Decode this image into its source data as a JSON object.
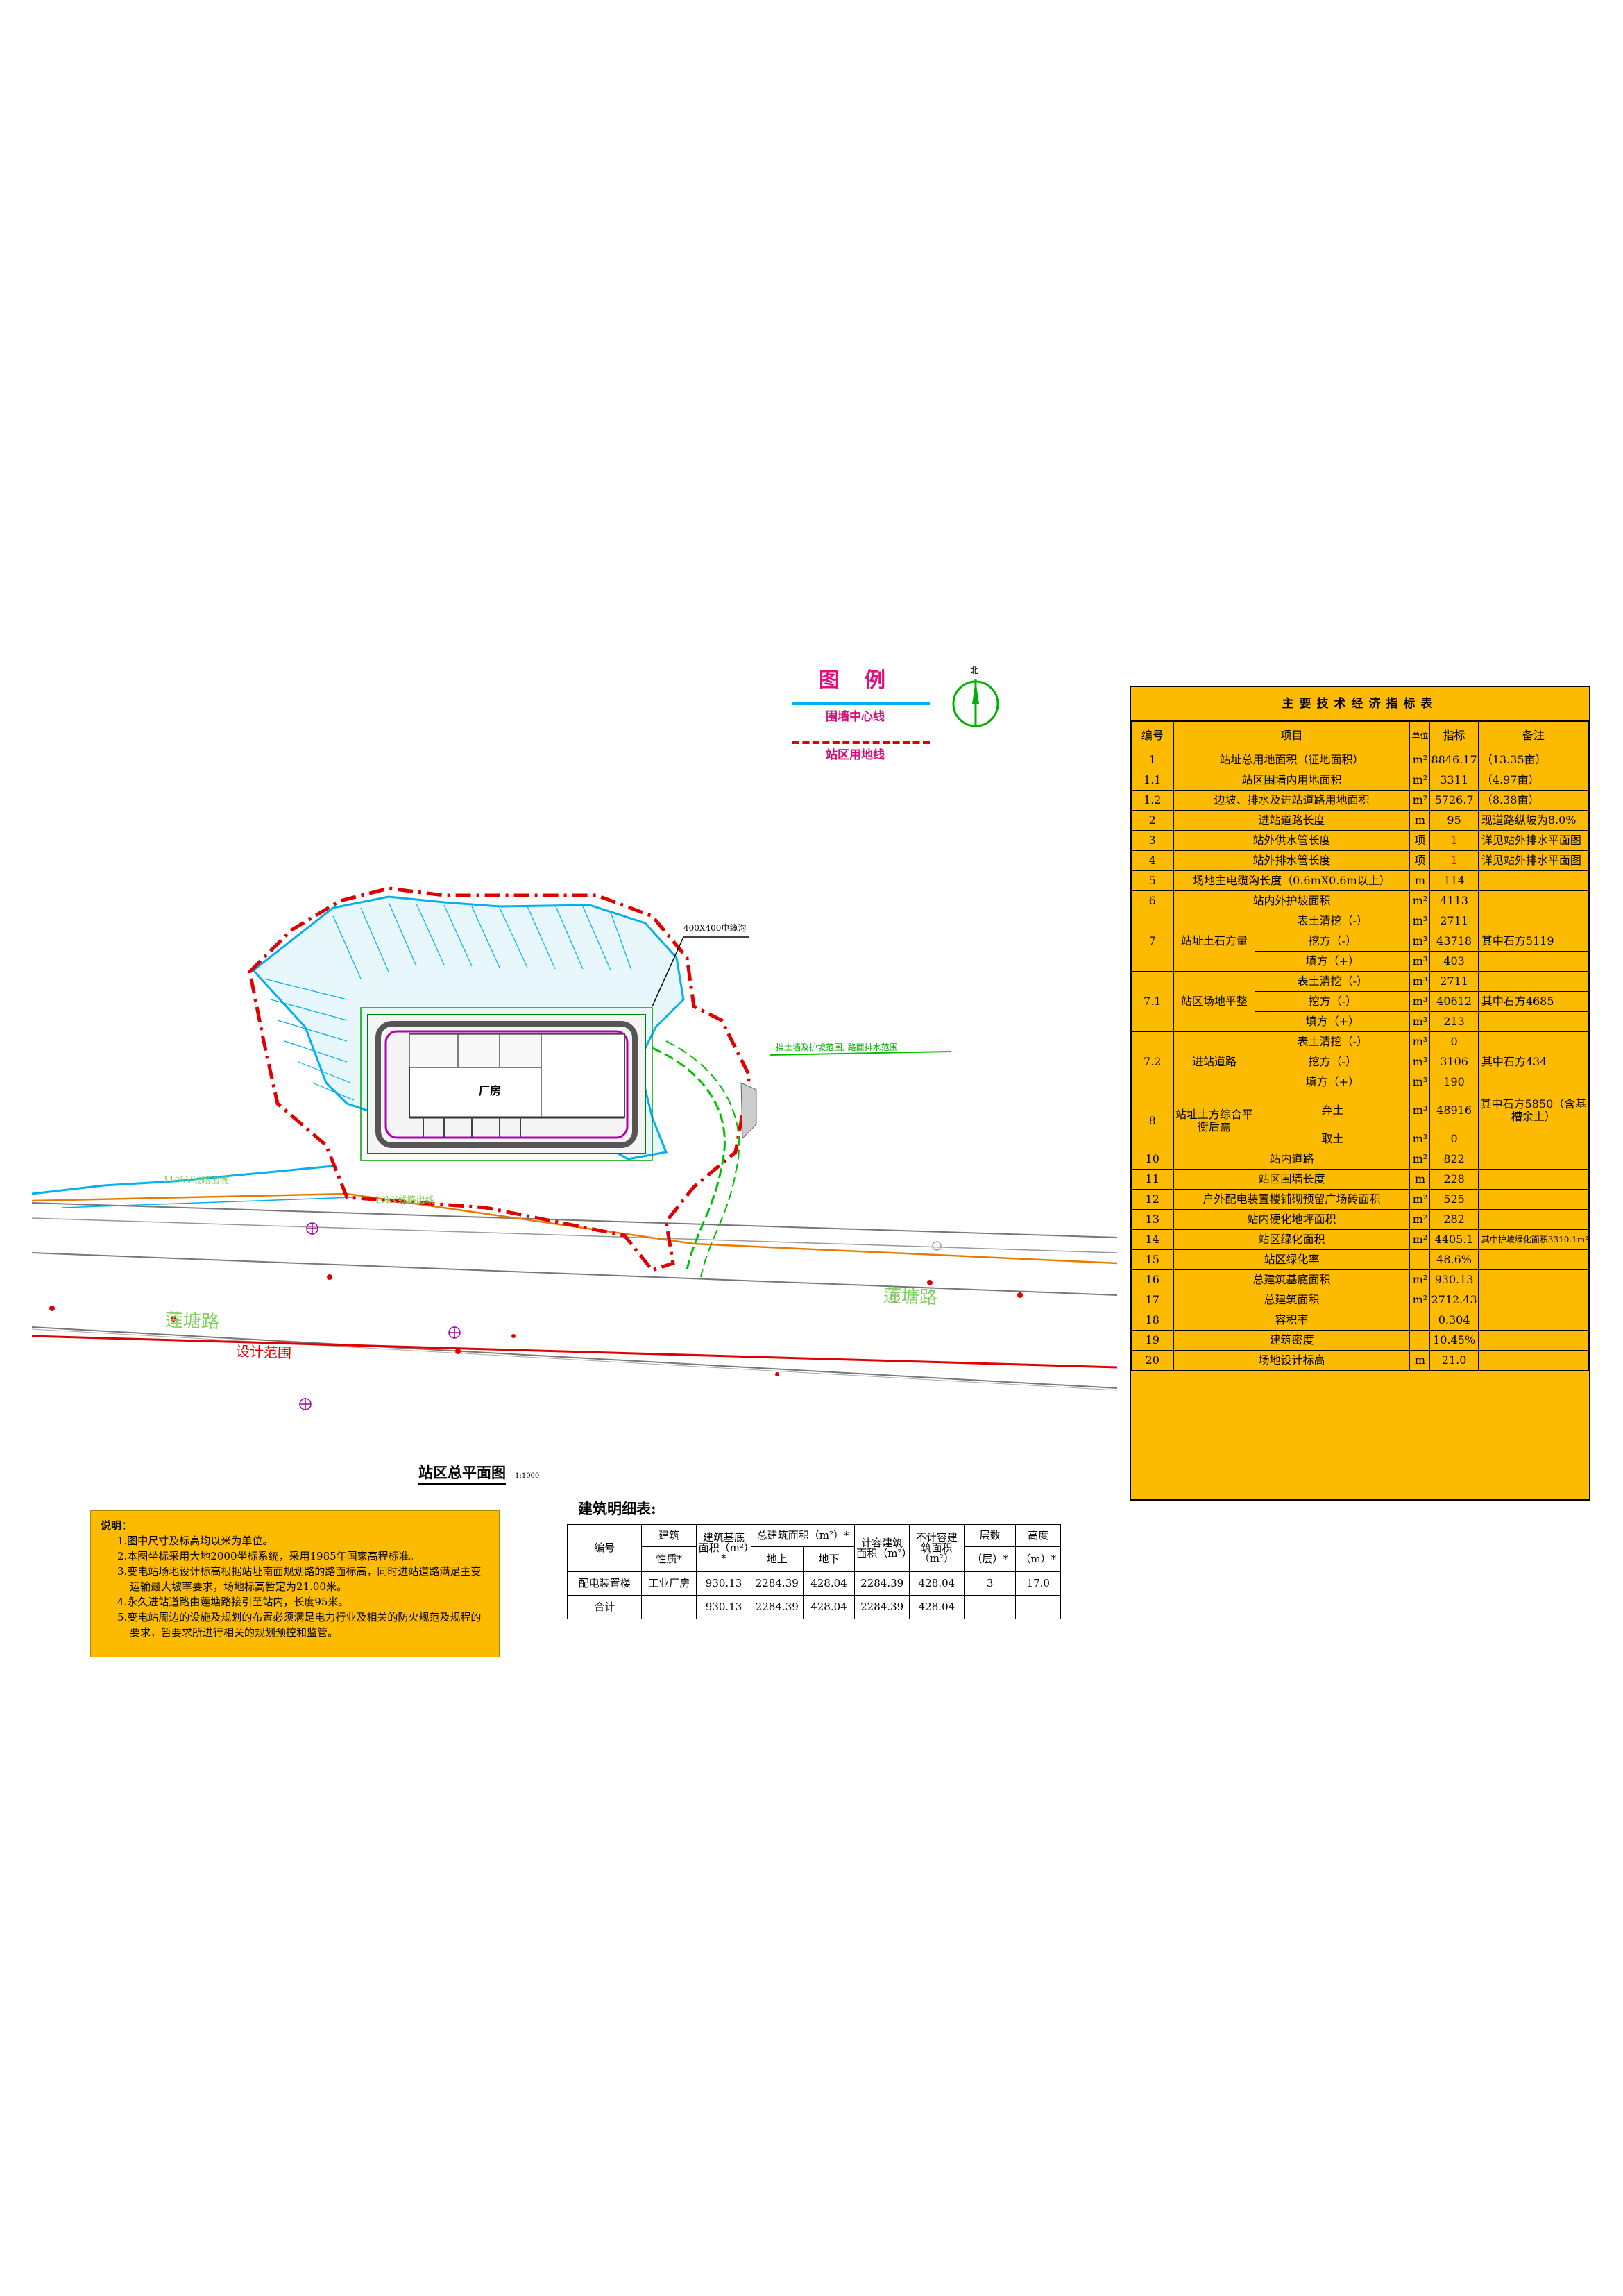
{
  "legend": {
    "title": "图例",
    "wall_center_line": "围墙中心线",
    "site_boundary_line": "站区用地线"
  },
  "site_plan": {
    "road_label_1": "莲塘路",
    "road_label_2": "莲塘路",
    "design_range": "设计范围",
    "cable_trench_label": "400X400电缆沟",
    "hv_line_label_1": "110kV线路出线",
    "hv_line_label_2": "10kV线路出线",
    "retaining_label": "挡土墙及护坡范围, 路面排水范围",
    "building_label": "厂房"
  },
  "indicator_table": {
    "title": "主要技术经济指标表",
    "headers": {
      "no": "编号",
      "item": "项目",
      "unit": "单位",
      "value": "指标",
      "remark": "备注"
    },
    "rows": [
      {
        "no": "1",
        "item": "站址总用地面积（征地面积）",
        "unit": "m²",
        "value": "8846.17",
        "remark": "（13.35亩）"
      },
      {
        "no": "1.1",
        "item": "站区围墙内用地面积",
        "unit": "m²",
        "value": "3311",
        "remark": "（4.97亩）"
      },
      {
        "no": "1.2",
        "item": "边坡、排水及进站道路用地面积",
        "unit": "m²",
        "value": "5726.7",
        "remark": "（8.38亩）"
      },
      {
        "no": "2",
        "item": "进站道路长度",
        "unit": "m",
        "value": "95",
        "remark": "现道路纵坡为8.0%"
      },
      {
        "no": "3",
        "item": "站外供水管长度",
        "unit": "项",
        "value": "1",
        "remark": "详见站外排水平面图"
      },
      {
        "no": "4",
        "item": "站外排水管长度",
        "unit": "项",
        "value": "1",
        "remark": "详见站外排水平面图"
      },
      {
        "no": "5",
        "item": "场地主电缆沟长度（0.6mX0.6m以上）",
        "unit": "m",
        "value": "114",
        "remark": ""
      },
      {
        "no": "6",
        "item": "站内外护坡面积",
        "unit": "m²",
        "value": "4113",
        "remark": ""
      }
    ],
    "earthwork": {
      "g7": {
        "no": "7",
        "item": "站址土石方量",
        "rows": [
          {
            "sub": "表土清挖（-）",
            "unit": "m³",
            "value": "2711",
            "remark": ""
          },
          {
            "sub": "挖方（-）",
            "unit": "m³",
            "value": "43718",
            "remark": "其中石方5119"
          },
          {
            "sub": "填方（+）",
            "unit": "m³",
            "value": "403",
            "remark": ""
          }
        ]
      },
      "g71": {
        "no": "7.1",
        "item": "站区场地平整",
        "rows": [
          {
            "sub": "表土清挖（-）",
            "unit": "m³",
            "value": "2711",
            "remark": ""
          },
          {
            "sub": "挖方（-）",
            "unit": "m³",
            "value": "40612",
            "remark": "其中石方4685"
          },
          {
            "sub": "填方（+）",
            "unit": "m³",
            "value": "213",
            "remark": ""
          }
        ]
      },
      "g72": {
        "no": "7.2",
        "item": "进站道路",
        "rows": [
          {
            "sub": "表土清挖（-）",
            "unit": "m³",
            "value": "0",
            "remark": ""
          },
          {
            "sub": "挖方（-）",
            "unit": "m³",
            "value": "3106",
            "remark": "其中石方434"
          },
          {
            "sub": "填方（+）",
            "unit": "m³",
            "value": "190",
            "remark": ""
          }
        ]
      },
      "g8": {
        "no": "8",
        "item": "站址土方综合平衡后需",
        "rows": [
          {
            "sub": "弃土",
            "unit": "m³",
            "value": "48916",
            "remark": "其中石方5850（含基槽余土）"
          },
          {
            "sub": "取土",
            "unit": "m³",
            "value": "0",
            "remark": ""
          }
        ]
      }
    },
    "rows_after": [
      {
        "no": "10",
        "item": "站内道路",
        "unit": "m²",
        "value": "822",
        "remark": ""
      },
      {
        "no": "11",
        "item": "站区围墙长度",
        "unit": "m",
        "value": "228",
        "remark": ""
      },
      {
        "no": "12",
        "item": "户外配电装置楼铺砌预留广场砖面积",
        "unit": "m²",
        "value": "525",
        "remark": ""
      },
      {
        "no": "13",
        "item": "站内硬化地坪面积",
        "unit": "m²",
        "value": "282",
        "remark": ""
      },
      {
        "no": "14",
        "item": "站区绿化面积",
        "unit": "m²",
        "value": "4405.1",
        "remark": "其中护坡绿化面积3310.1m²"
      },
      {
        "no": "15",
        "item": "站区绿化率",
        "unit": "",
        "value": "48.6%",
        "remark": ""
      },
      {
        "no": "16",
        "item": "总建筑基底面积",
        "unit": "m²",
        "value": "930.13",
        "remark": ""
      },
      {
        "no": "17",
        "item": "总建筑面积",
        "unit": "m²",
        "value": "2712.43",
        "remark": ""
      },
      {
        "no": "18",
        "item": "容积率",
        "unit": "",
        "value": "0.304",
        "remark": ""
      },
      {
        "no": "19",
        "item": "建筑密度",
        "unit": "",
        "value": "10.45%",
        "remark": ""
      },
      {
        "no": "20",
        "item": "场地设计标高",
        "unit": "m",
        "value": "21.0",
        "remark": ""
      }
    ]
  },
  "plan_caption": {
    "title": "站区总平面图",
    "scale": "1:1000"
  },
  "notes": {
    "heading": "说明：",
    "lines": [
      "1.图中尺寸及标高均以米为单位。",
      "2.本图坐标采用大地2000坐标系统，采用1985年国家高程标准。",
      "3.变电站场地设计标高根据站址南面规划路的路面标高，同时进站道路满足主变运输最大坡率要求，场地标高暂定为21.00米。",
      "4.永久进站道路由莲塘路接引至站内，长度95米。",
      "5.变电站周边的设施及规划的布置必须满足电力行业及相关的防火规范及规程的要求，暂要求所进行相关的规划预控和监管。"
    ]
  },
  "building_table": {
    "title": "建筑明细表:",
    "headers": {
      "no": "编号",
      "type_top": "建筑",
      "type_bottom": "性质*",
      "base_area": "建筑基底面积（m²）*",
      "total_area": "总建筑面积（m²）*",
      "above": "地上",
      "below": "地下",
      "counted": "计容建筑面积（m²）",
      "uncounted": "不计容建筑面积（m²）",
      "floors_top": "层数",
      "floors_bottom": "（层）*",
      "height_top": "高度",
      "height_bottom": "（m）*"
    },
    "rows": [
      {
        "no": "配电装置楼",
        "type": "工业厂房",
        "base": "930.13",
        "above": "2284.39",
        "below": "428.04",
        "counted": "2284.39",
        "uncounted": "428.04",
        "floors": "3",
        "height": "17.0"
      },
      {
        "no": "合计",
        "type": "",
        "base": "930.13",
        "above": "2284.39",
        "below": "428.04",
        "counted": "2284.39",
        "uncounted": "428.04",
        "floors": "",
        "height": ""
      }
    ]
  },
  "colors": {
    "table_fill": "#fcbb00",
    "wall_line": "#00b0f0",
    "boundary_line": "#e00000",
    "legend_text": "#e0107a",
    "green_line": "#00c000"
  }
}
